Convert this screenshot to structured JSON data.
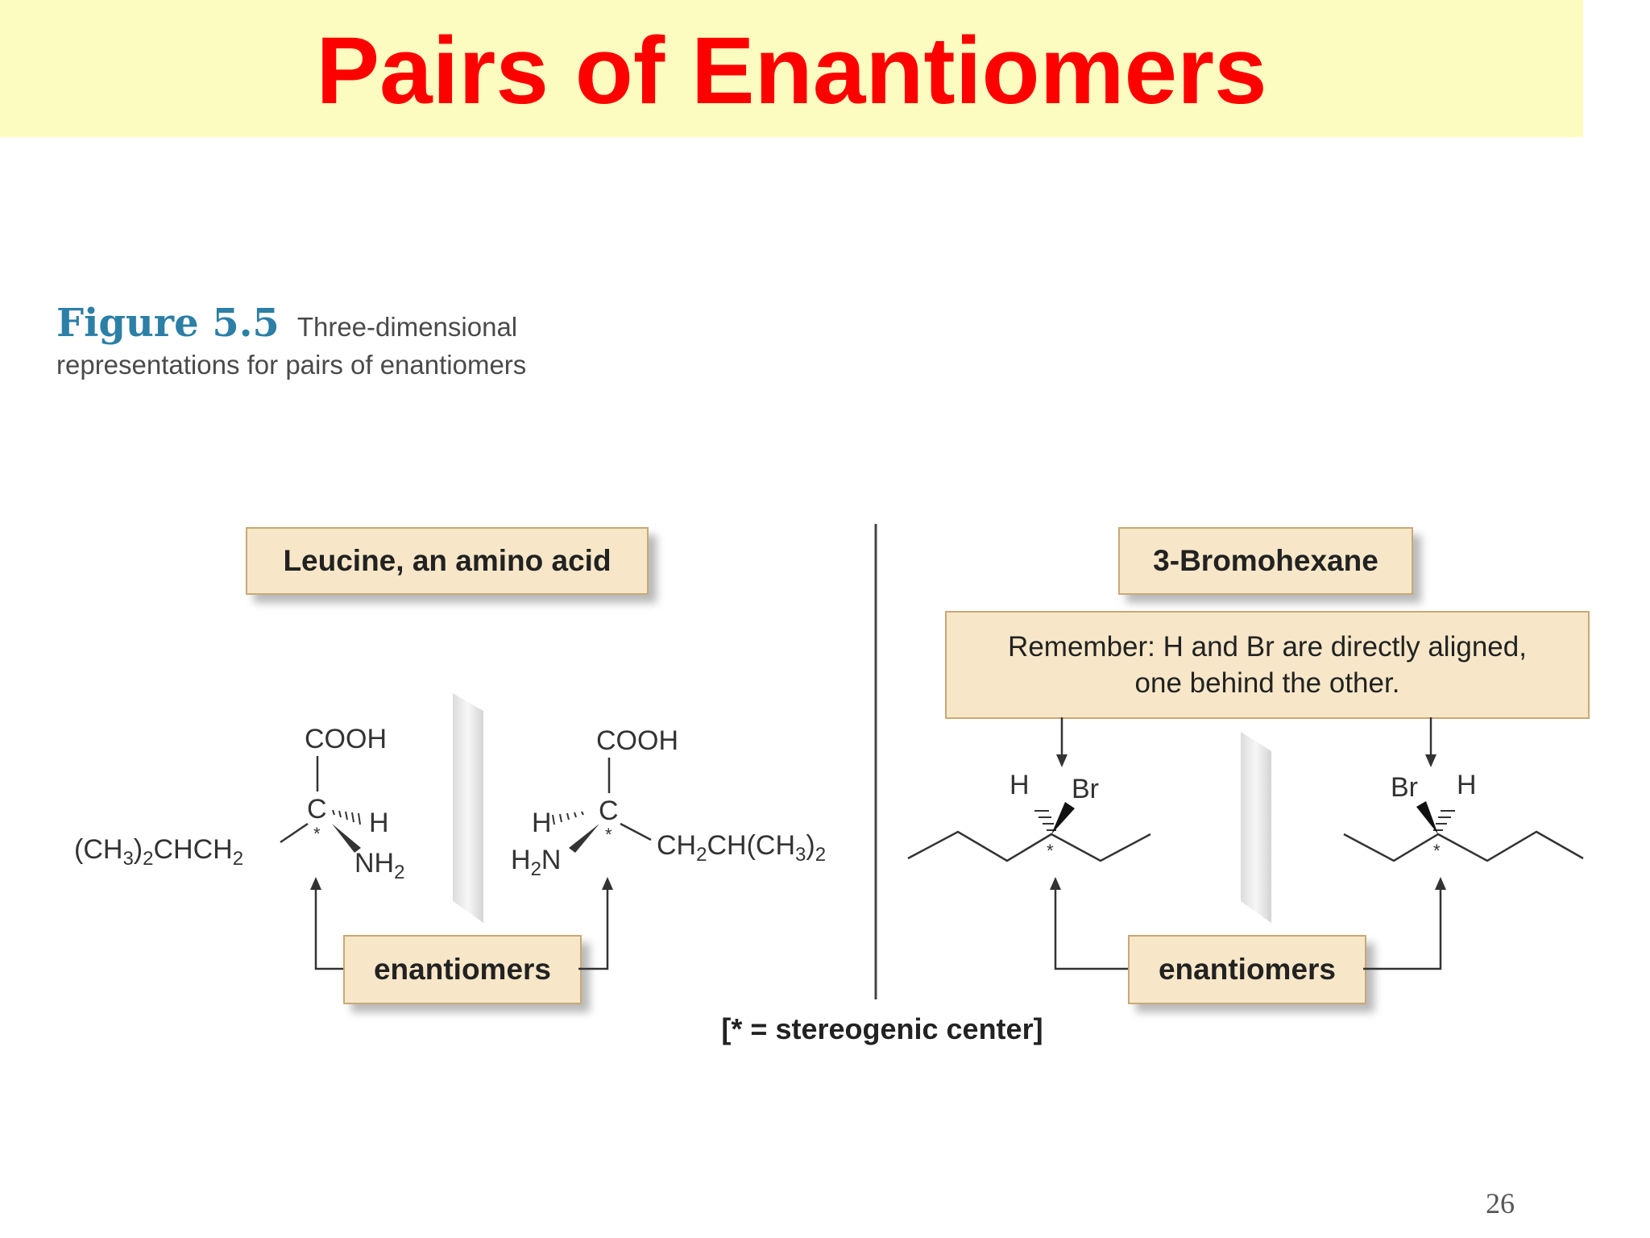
{
  "slide": {
    "title": "Pairs of Enantiomers",
    "page_number": "26"
  },
  "figure": {
    "number": "Figure 5.5",
    "caption": "Three-dimensional representations for pairs of enantiomers"
  },
  "left_panel": {
    "header": "Leucine, an amino acid",
    "enantiomers_label": "enantiomers",
    "molecule_left": {
      "top": "COOH",
      "center": "C",
      "left_group_main": "(CH",
      "left_group_sub1": "3",
      "left_group_mid": ")",
      "left_group_sub2": "2",
      "left_group_end": "CHCH",
      "left_group_sub3": "2",
      "hash_group": "H",
      "wedge_group": "NH",
      "wedge_group_sub": "2",
      "star": "*"
    },
    "molecule_right": {
      "top": "COOH",
      "center": "C",
      "hash_group": "H",
      "wedge_group": "H",
      "wedge_group_sub": "2",
      "wedge_group_end": "N",
      "right_group_main": "CH",
      "right_group_sub1": "2",
      "right_group_mid": "CH(CH",
      "right_group_sub2": "3",
      "right_group_end": ")",
      "right_group_sub3": "2",
      "star": "*"
    }
  },
  "right_panel": {
    "header": "3-Bromohexane",
    "note_line1": "Remember: H and Br are directly aligned,",
    "note_line2": "one behind the other.",
    "enantiomers_label": "enantiomers",
    "molecule_left": {
      "hash_group": "H",
      "wedge_group": "Br",
      "star": "*"
    },
    "molecule_right": {
      "hash_group": "H",
      "wedge_group": "Br",
      "star": "*"
    }
  },
  "footnote": "[* = stereogenic center]",
  "colors": {
    "title": "#ff0000",
    "title_background": "#fcfcc0",
    "box_fill": "#f7e7c8",
    "box_border": "#c9a876",
    "figure_number": "#2c7fa6"
  }
}
